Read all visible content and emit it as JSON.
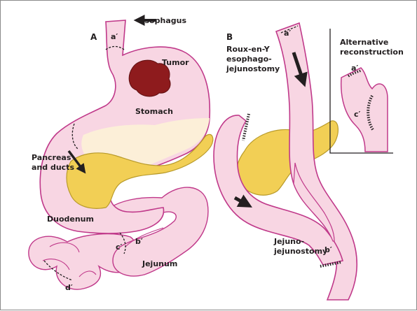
{
  "panel_a": {
    "letter": "A",
    "labels": {
      "esophagus": "Esophagus",
      "tumor": "Tumor",
      "stomach": "Stomach",
      "pancreas_line1": "Pancreas",
      "pancreas_line2": "and ducts",
      "duodenum": "Duodenum",
      "jejunum": "Jejunum",
      "a_prime": "a′",
      "b_prime": "b′",
      "c_prime": "c′",
      "d_prime": "d′"
    }
  },
  "panel_b": {
    "letter": "B",
    "title_line1": "Roux-en-Y",
    "title_line2": "esophago-",
    "title_line3": "jejunostomy",
    "labels": {
      "a_prime": "a′",
      "b_prime": "b′",
      "jejuno_line1": "Jejuno-",
      "jejuno_line2": "jejunostomy"
    }
  },
  "inset": {
    "title_line1": "Alternative",
    "title_line2": "reconstruction",
    "a_prime": "a′",
    "c_prime": "c′"
  },
  "colors": {
    "organ_fill": "#f8d6e3",
    "organ_outline": "#c0398a",
    "tumor": "#8e1b1d",
    "pancreas": "#f2cf55",
    "pancreas_outline": "#b89a2a",
    "cream": "#fcefd8",
    "arrow": "#231f20"
  }
}
